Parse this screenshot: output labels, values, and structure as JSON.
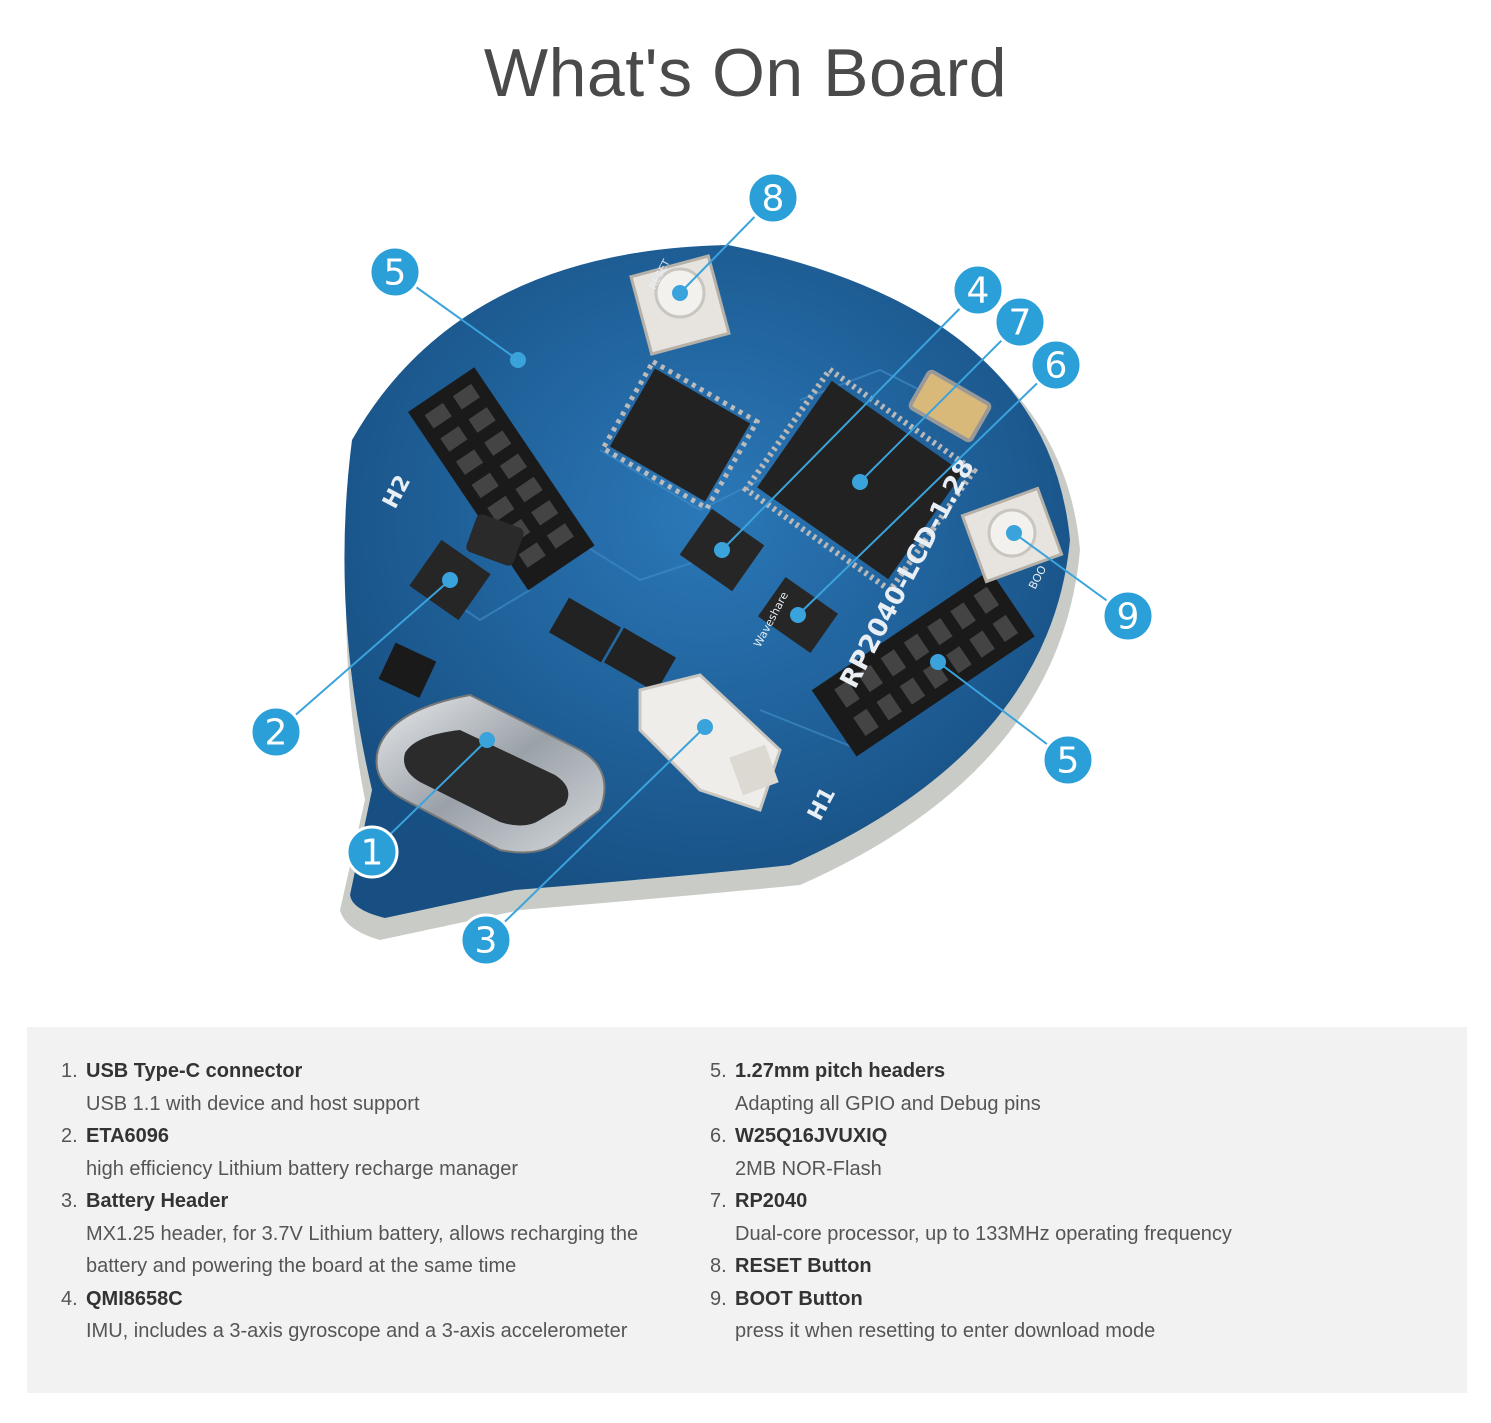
{
  "page": {
    "title": "What's On Board"
  },
  "callouts": [
    "8",
    "5",
    "4",
    "7",
    "6",
    "9",
    "2",
    "5",
    "1",
    "3"
  ],
  "board": {
    "silk_name": "RP2040-LCD-1.28",
    "h1": "H1",
    "h2": "H2",
    "brand": "Waveshare",
    "boot": "BOO",
    "reset": "RESET"
  },
  "items": [
    {
      "num": "1.",
      "title": "USB Type-C connector",
      "desc": [
        "USB 1.1 with device and host support"
      ]
    },
    {
      "num": "2.",
      "title": "ETA6096",
      "desc": [
        "high efficiency Lithium battery recharge manager"
      ]
    },
    {
      "num": "3.",
      "title": "Battery Header",
      "desc": [
        "MX1.25 header, for 3.7V Lithium battery, allows recharging the battery and powering the board at the same time"
      ]
    },
    {
      "num": "4.",
      "title": "QMI8658C",
      "desc": [
        "IMU, includes a 3-axis gyroscope and a 3-axis accelerometer"
      ]
    },
    {
      "num": "5.",
      "title": "1.27mm pitch headers",
      "desc": [
        "Adapting all GPIO and Debug pins"
      ]
    },
    {
      "num": "6.",
      "title": "W25Q16JVUXIQ",
      "desc": [
        "2MB NOR-Flash"
      ]
    },
    {
      "num": "7.",
      "title": "RP2040",
      "desc": [
        "Dual-core processor, up to 133MHz operating frequency"
      ]
    },
    {
      "num": "8.",
      "title": "RESET Button",
      "desc": []
    },
    {
      "num": "9.",
      "title": "BOOT Button",
      "desc": [
        "press it when resetting to enter download mode"
      ]
    }
  ],
  "colors": {
    "board_blue": "#1f5f97",
    "callout_blue": "#2a9fd8",
    "panel_bg": "#f2f2f2"
  }
}
